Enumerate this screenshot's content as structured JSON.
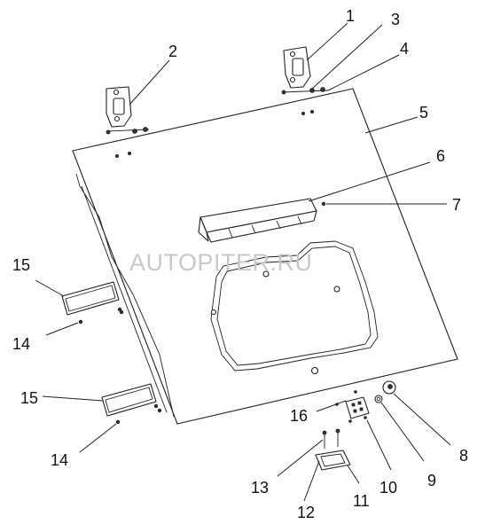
{
  "watermark": "AUTOPITER.RU",
  "callouts": {
    "c1": "1",
    "c2": "2",
    "c3": "3",
    "c4": "4",
    "c5": "5",
    "c6": "6",
    "c7": "7",
    "c8": "8",
    "c9": "9",
    "c10": "10",
    "c11": "11",
    "c12": "12",
    "c13": "13",
    "c14a": "14",
    "c14b": "14",
    "c15a": "15",
    "c15b": "15",
    "c16": "16"
  }
}
